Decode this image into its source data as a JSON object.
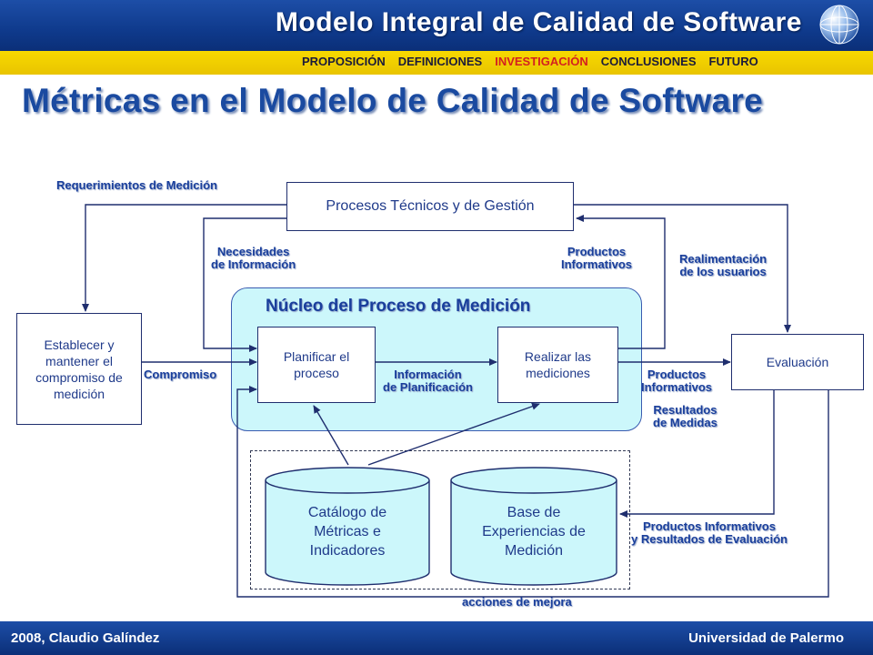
{
  "header": {
    "title": "Modelo Integral de Calidad de Software",
    "brand_color": "#0f3a8c"
  },
  "nav": {
    "items": [
      {
        "label": "PROPOSICIÓN",
        "active": false
      },
      {
        "label": "DEFINICIONES",
        "active": false
      },
      {
        "label": "INVESTIGACIÓN",
        "active": true
      },
      {
        "label": "CONCLUSIONES",
        "active": false
      },
      {
        "label": "FUTURO",
        "active": false
      }
    ],
    "accent": "#d42020"
  },
  "page": {
    "title": "Métricas en el Modelo de Calidad de Software"
  },
  "diagram": {
    "nodes": {
      "procesos": "Procesos Técnicos y de Gestión",
      "establecer": "Establecer y mantener el compromiso de medición",
      "planificar": "Planificar el proceso",
      "realizar": "Realizar las mediciones",
      "evaluacion": "Evaluación",
      "catalogo": "Catálogo de Métricas e Indicadores",
      "base": "Base de Experiencias de Medición"
    },
    "core_title": "Núcleo del Proceso de Medición",
    "labels": {
      "req_medicion": "Requerimientos de Medición",
      "necesidades_1": "Necesidades",
      "necesidades_2": "de Información",
      "prod_inf_top_1": "Productos",
      "prod_inf_top_2": "Informativos",
      "realimentacion_1": "Realimentación",
      "realimentacion_2": "de los usuarios",
      "compromiso": "Compromiso",
      "info_plan_1": "Información",
      "info_plan_2": "de Planificación",
      "prod_inf_right_1": "Productos",
      "prod_inf_right_2": "Informativos",
      "resultados_1": "Resultados",
      "resultados_2": "de Medidas",
      "prod_eval_1": "Productos Informativos",
      "prod_eval_2": "y Resultados de Evaluación",
      "acciones": "acciones de mejora"
    },
    "core_fill": "#ccf7fb",
    "label_color": "#1a3f9c"
  },
  "footer": {
    "left": "2008, Claudio Galíndez",
    "right": "Universidad de Palermo"
  }
}
